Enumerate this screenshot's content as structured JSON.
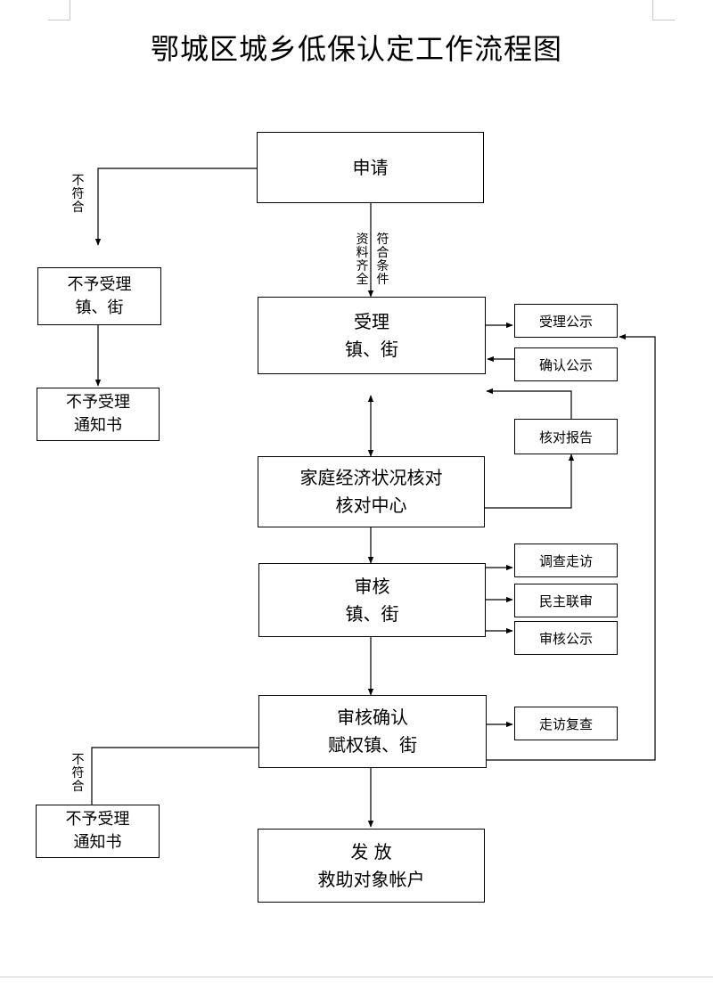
{
  "title": "鄂城区城乡低保认定工作流程图",
  "nodes": {
    "apply": "申请",
    "reject1": [
      "不予受理",
      "镇、街"
    ],
    "reject_notice1": [
      "不予受理",
      "通知书"
    ],
    "accept": [
      "受理",
      "镇、街"
    ],
    "accept_public": "受理公示",
    "confirm_public": "确认公示",
    "verify_report": "核对报告",
    "econ_check": [
      "家庭经济状况核对",
      "核对中心"
    ],
    "review": [
      "审核",
      "镇、街"
    ],
    "survey": "调查走访",
    "democratic": "民主联审",
    "review_public": "审核公示",
    "confirm": [
      "审核确认",
      "赋权镇、街"
    ],
    "revisit": "走访复查",
    "reject_notice2": [
      "不予受理",
      "通知书"
    ],
    "issue": [
      "发 放",
      "救助对象帐户"
    ]
  },
  "edge_labels": {
    "not_qualified_1": "不符合",
    "materials_complete": "资料齐全",
    "meets_conditions": "符合条件",
    "not_qualified_2": "不符合"
  }
}
